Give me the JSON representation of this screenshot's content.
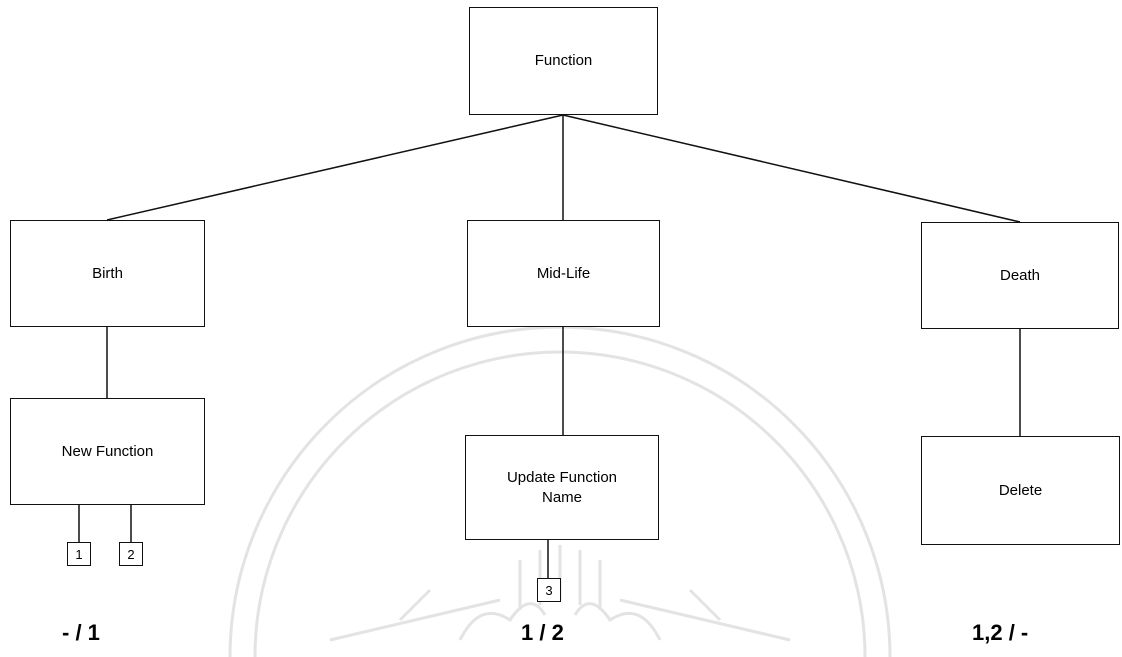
{
  "diagram": {
    "root": {
      "label": "Function"
    },
    "branches": [
      {
        "label": "Birth",
        "child": {
          "label": "New Function"
        },
        "markers": [
          "1",
          "2"
        ],
        "notation": "- / 1"
      },
      {
        "label": "Mid-Life",
        "child": {
          "label": "Update Function Name"
        },
        "markers": [
          "3"
        ],
        "notation": "1 / 2"
      },
      {
        "label": "Death",
        "child": {
          "label": "Delete"
        },
        "markers": [],
        "notation": "1,2 / -"
      }
    ]
  },
  "colors": {
    "line": "#111111",
    "watermark": "#e2e2e2"
  }
}
